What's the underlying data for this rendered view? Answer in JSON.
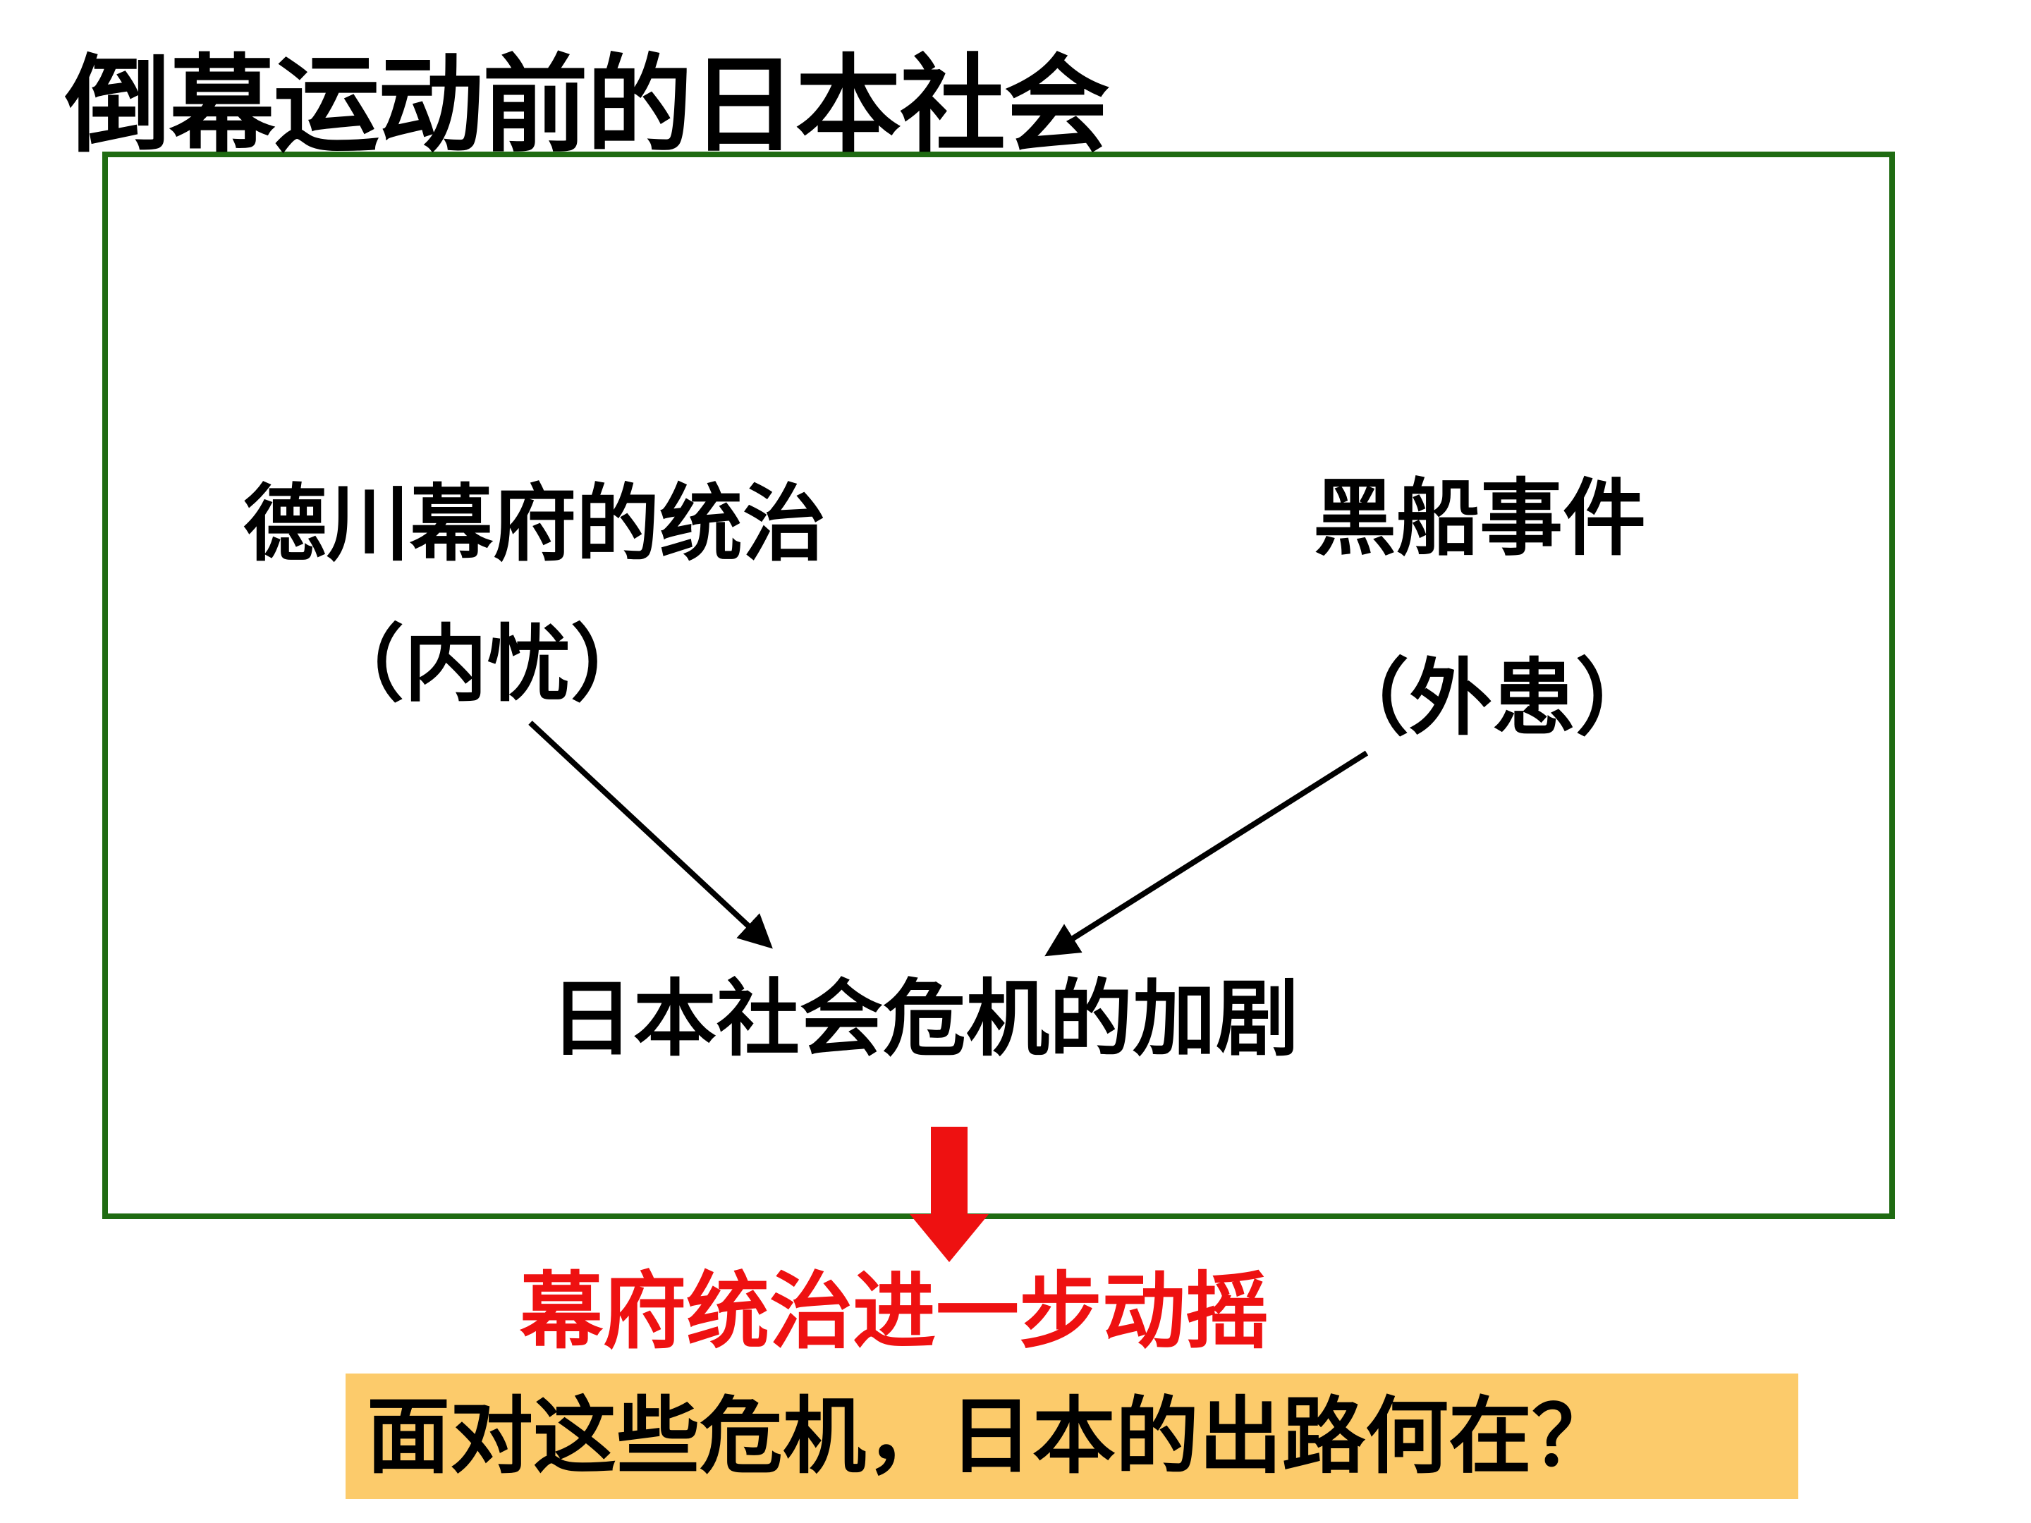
{
  "title": "倒幕运动前的日本社会",
  "nodes": {
    "tokugawa": {
      "label": "德川幕府的统治",
      "sublabel": "（内忧）"
    },
    "black_ships": {
      "label": "黑船事件",
      "sublabel": "（外患）"
    },
    "crisis": {
      "label": "日本社会危机的加剧"
    }
  },
  "result": "幕府统治进一步动摇",
  "question": "面对这些危机，日本的出路何在？",
  "colors": {
    "frame_border": "#1f6b12",
    "result_text": "#ee1111",
    "down_arrow": "#ee1111",
    "question_background": "#fccb6b",
    "arrow": "#000000"
  }
}
